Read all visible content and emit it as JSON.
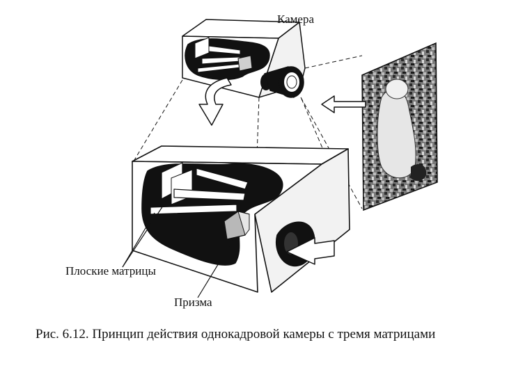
{
  "labels": {
    "camera": "Камера",
    "flat_sensors": "Плоские матрицы",
    "prism": "Призма"
  },
  "caption": "Рис. 6.12. Принцип действия однокадровой камеры с тремя матрицами",
  "colors": {
    "ink": "#111111",
    "face_light": "#ffffff",
    "face_mid": "#f0f0f0",
    "cavity": "#111111",
    "prism": "#b8b8b8"
  },
  "icons": [
    "camera-box",
    "lens",
    "arrow",
    "photo-print",
    "prism",
    "sensor-plates"
  ]
}
